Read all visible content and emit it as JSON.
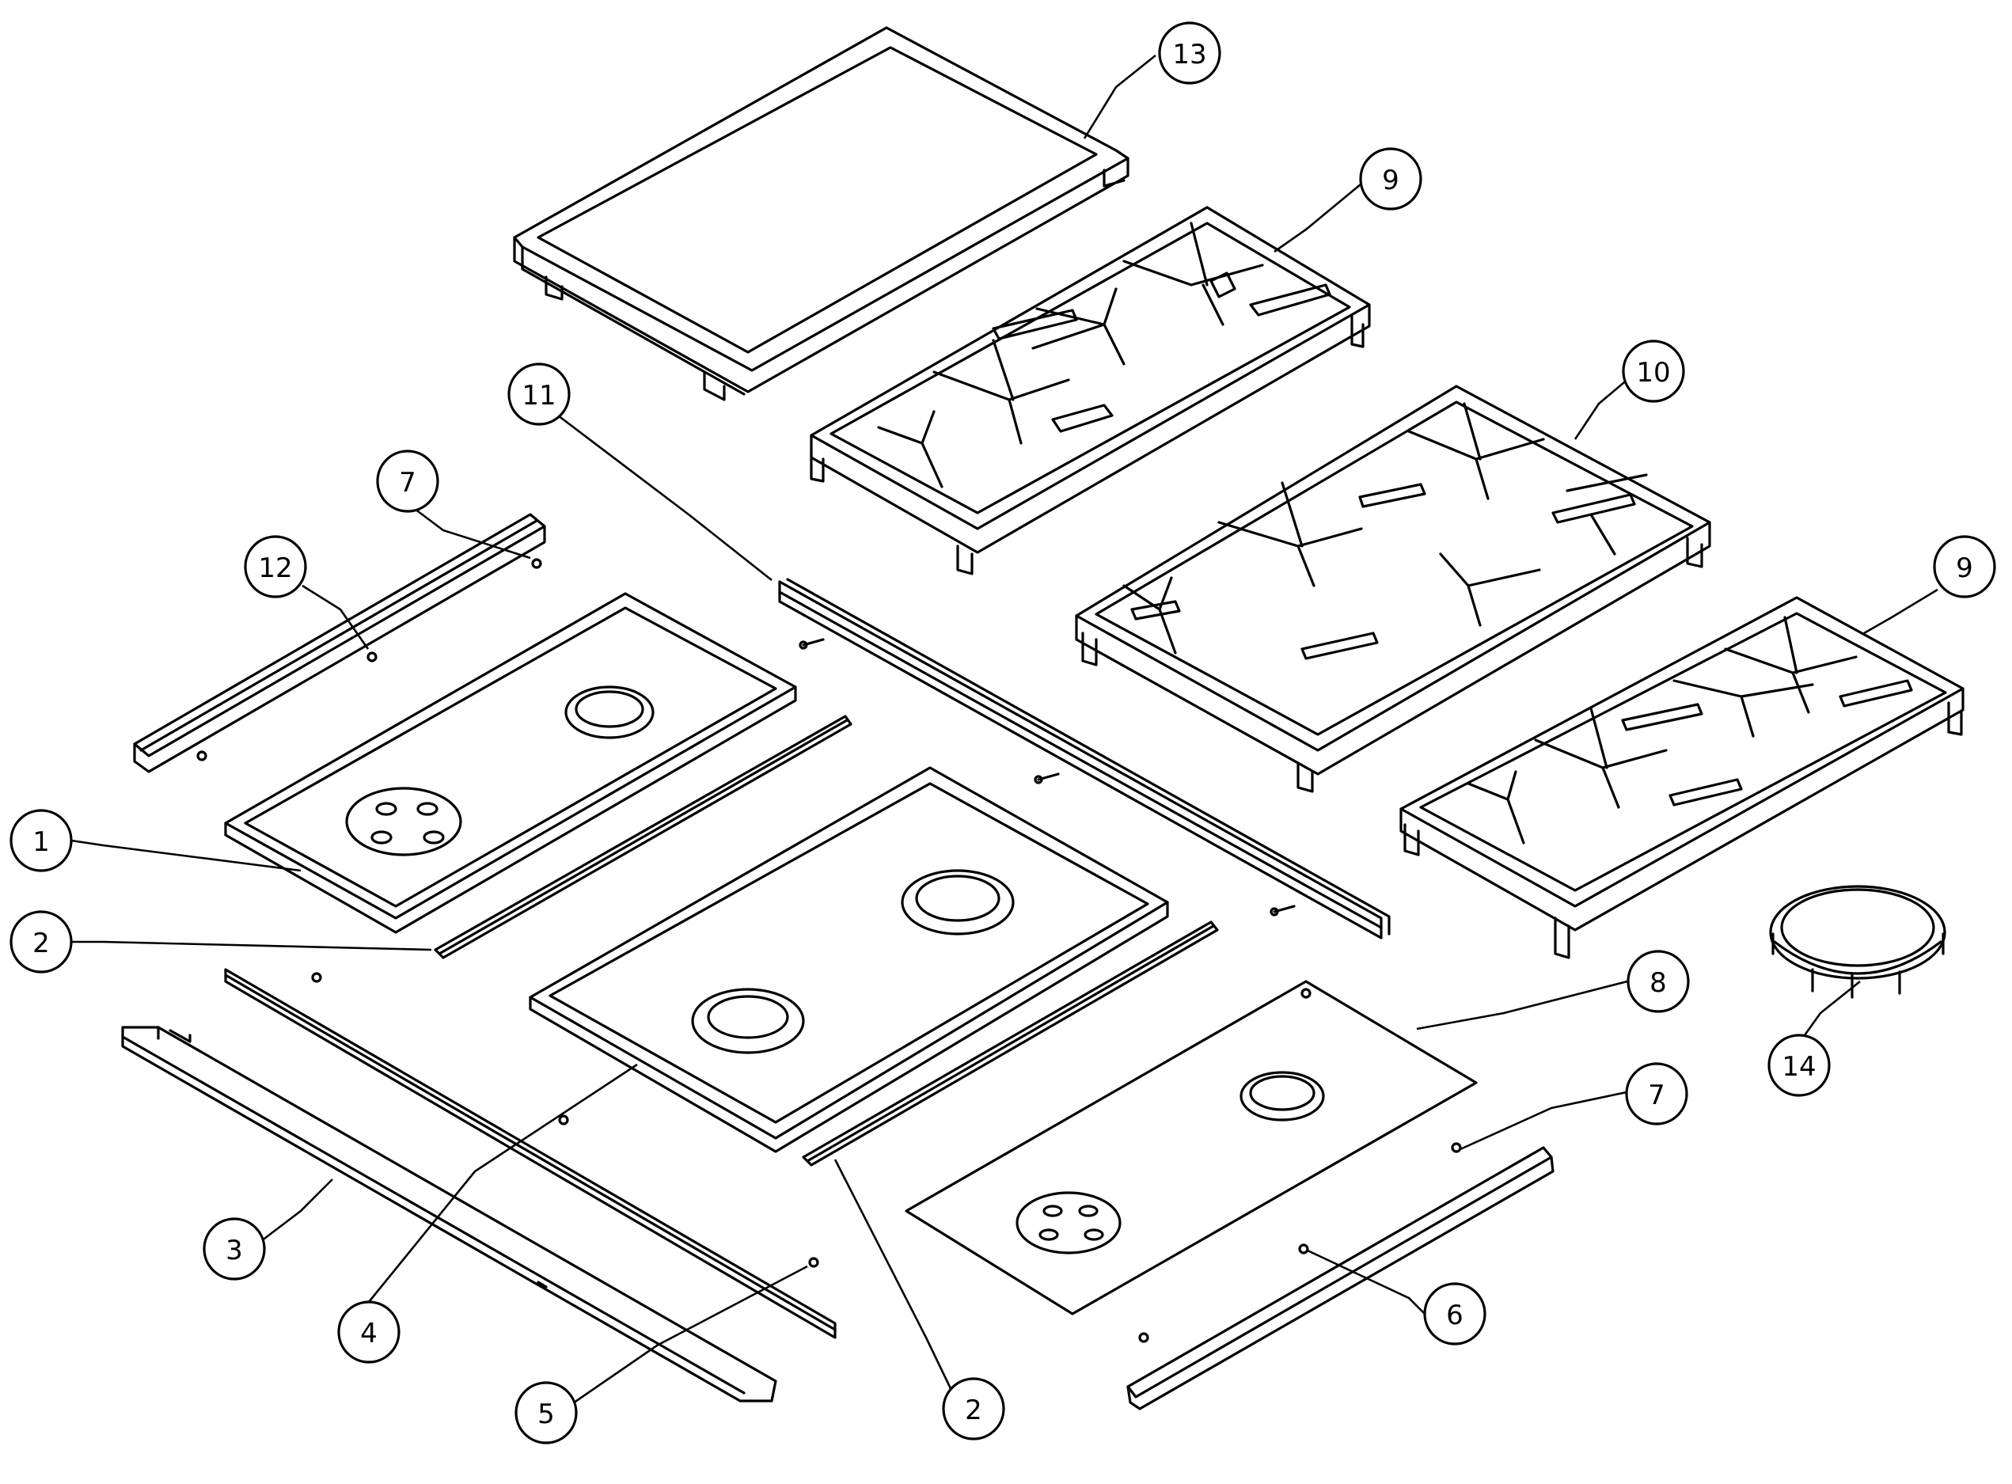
{
  "callouts": [
    {
      "id": "c13",
      "label": "13"
    },
    {
      "id": "c9a",
      "label": "9"
    },
    {
      "id": "c11",
      "label": "11"
    },
    {
      "id": "c10",
      "label": "10"
    },
    {
      "id": "c7a",
      "label": "7"
    },
    {
      "id": "c12",
      "label": "12"
    },
    {
      "id": "c9b",
      "label": "9"
    },
    {
      "id": "c1",
      "label": "1"
    },
    {
      "id": "c2a",
      "label": "2"
    },
    {
      "id": "c8",
      "label": "8"
    },
    {
      "id": "c14",
      "label": "14"
    },
    {
      "id": "c7b",
      "label": "7"
    },
    {
      "id": "c3",
      "label": "3"
    },
    {
      "id": "c4",
      "label": "4"
    },
    {
      "id": "c6",
      "label": "6"
    },
    {
      "id": "c5",
      "label": "5"
    },
    {
      "id": "c2b",
      "label": "2"
    }
  ]
}
